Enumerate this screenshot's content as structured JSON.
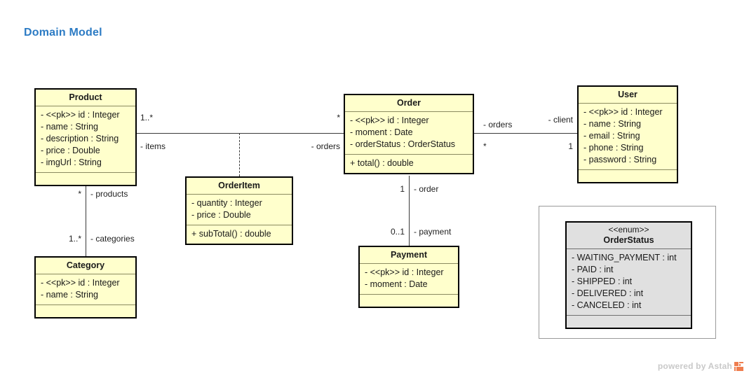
{
  "page": {
    "title": "Domain Model",
    "title_color": "#2c7bc4",
    "background": "#ffffff"
  },
  "theme": {
    "class_fill": "#ffffcc",
    "enum_fill": "#e0e0e0",
    "border": "#000000",
    "line": "#3a3a3a"
  },
  "classes": {
    "product": {
      "name": "Product",
      "attributes": [
        "- <<pk>> id : Integer",
        "- name : String",
        "- description : String",
        "- price : Double",
        "- imgUrl : String"
      ],
      "operations": []
    },
    "category": {
      "name": "Category",
      "attributes": [
        "- <<pk>> id : Integer",
        "- name : String"
      ],
      "operations": []
    },
    "orderitem": {
      "name": "OrderItem",
      "attributes": [
        "- quantity : Integer",
        "- price : Double"
      ],
      "operations": [
        "+ subTotal() : double"
      ]
    },
    "order": {
      "name": "Order",
      "attributes": [
        "- <<pk>> id : Integer",
        "- moment : Date",
        "- orderStatus : OrderStatus"
      ],
      "operations": [
        "+ total() : double"
      ]
    },
    "payment": {
      "name": "Payment",
      "attributes": [
        "- <<pk>> id : Integer",
        "- moment : Date"
      ],
      "operations": []
    },
    "user": {
      "name": "User",
      "attributes": [
        "- <<pk>> id : Integer",
        "- name : String",
        "- email : String",
        "- phone : String",
        "- password : String"
      ],
      "operations": []
    },
    "orderstatus": {
      "stereotype": "<<enum>>",
      "name": "OrderStatus",
      "attributes": [
        "- WAITING_PAYMENT : int",
        "- PAID : int",
        "- SHIPPED : int",
        "- DELIVERED : int",
        "- CANCELED : int"
      ],
      "operations": []
    }
  },
  "associations": {
    "product_order": {
      "source_mult": "1..*",
      "source_role": "- items",
      "target_mult": "*",
      "target_role": "- orders"
    },
    "product_category": {
      "source_mult": "*",
      "source_role": "- products",
      "target_mult": "1..*",
      "target_role": "- categories"
    },
    "order_user": {
      "source_mult": "*",
      "source_role": "- orders",
      "target_mult": "1",
      "target_role": "- client"
    },
    "order_payment": {
      "source_mult": "1",
      "source_role": "- order",
      "target_mult": "0..1",
      "target_role": "- payment"
    }
  },
  "watermark": {
    "text": "powered by Astah",
    "logo": "astah-logo-icon",
    "logo_color": "#ef7d4e"
  }
}
